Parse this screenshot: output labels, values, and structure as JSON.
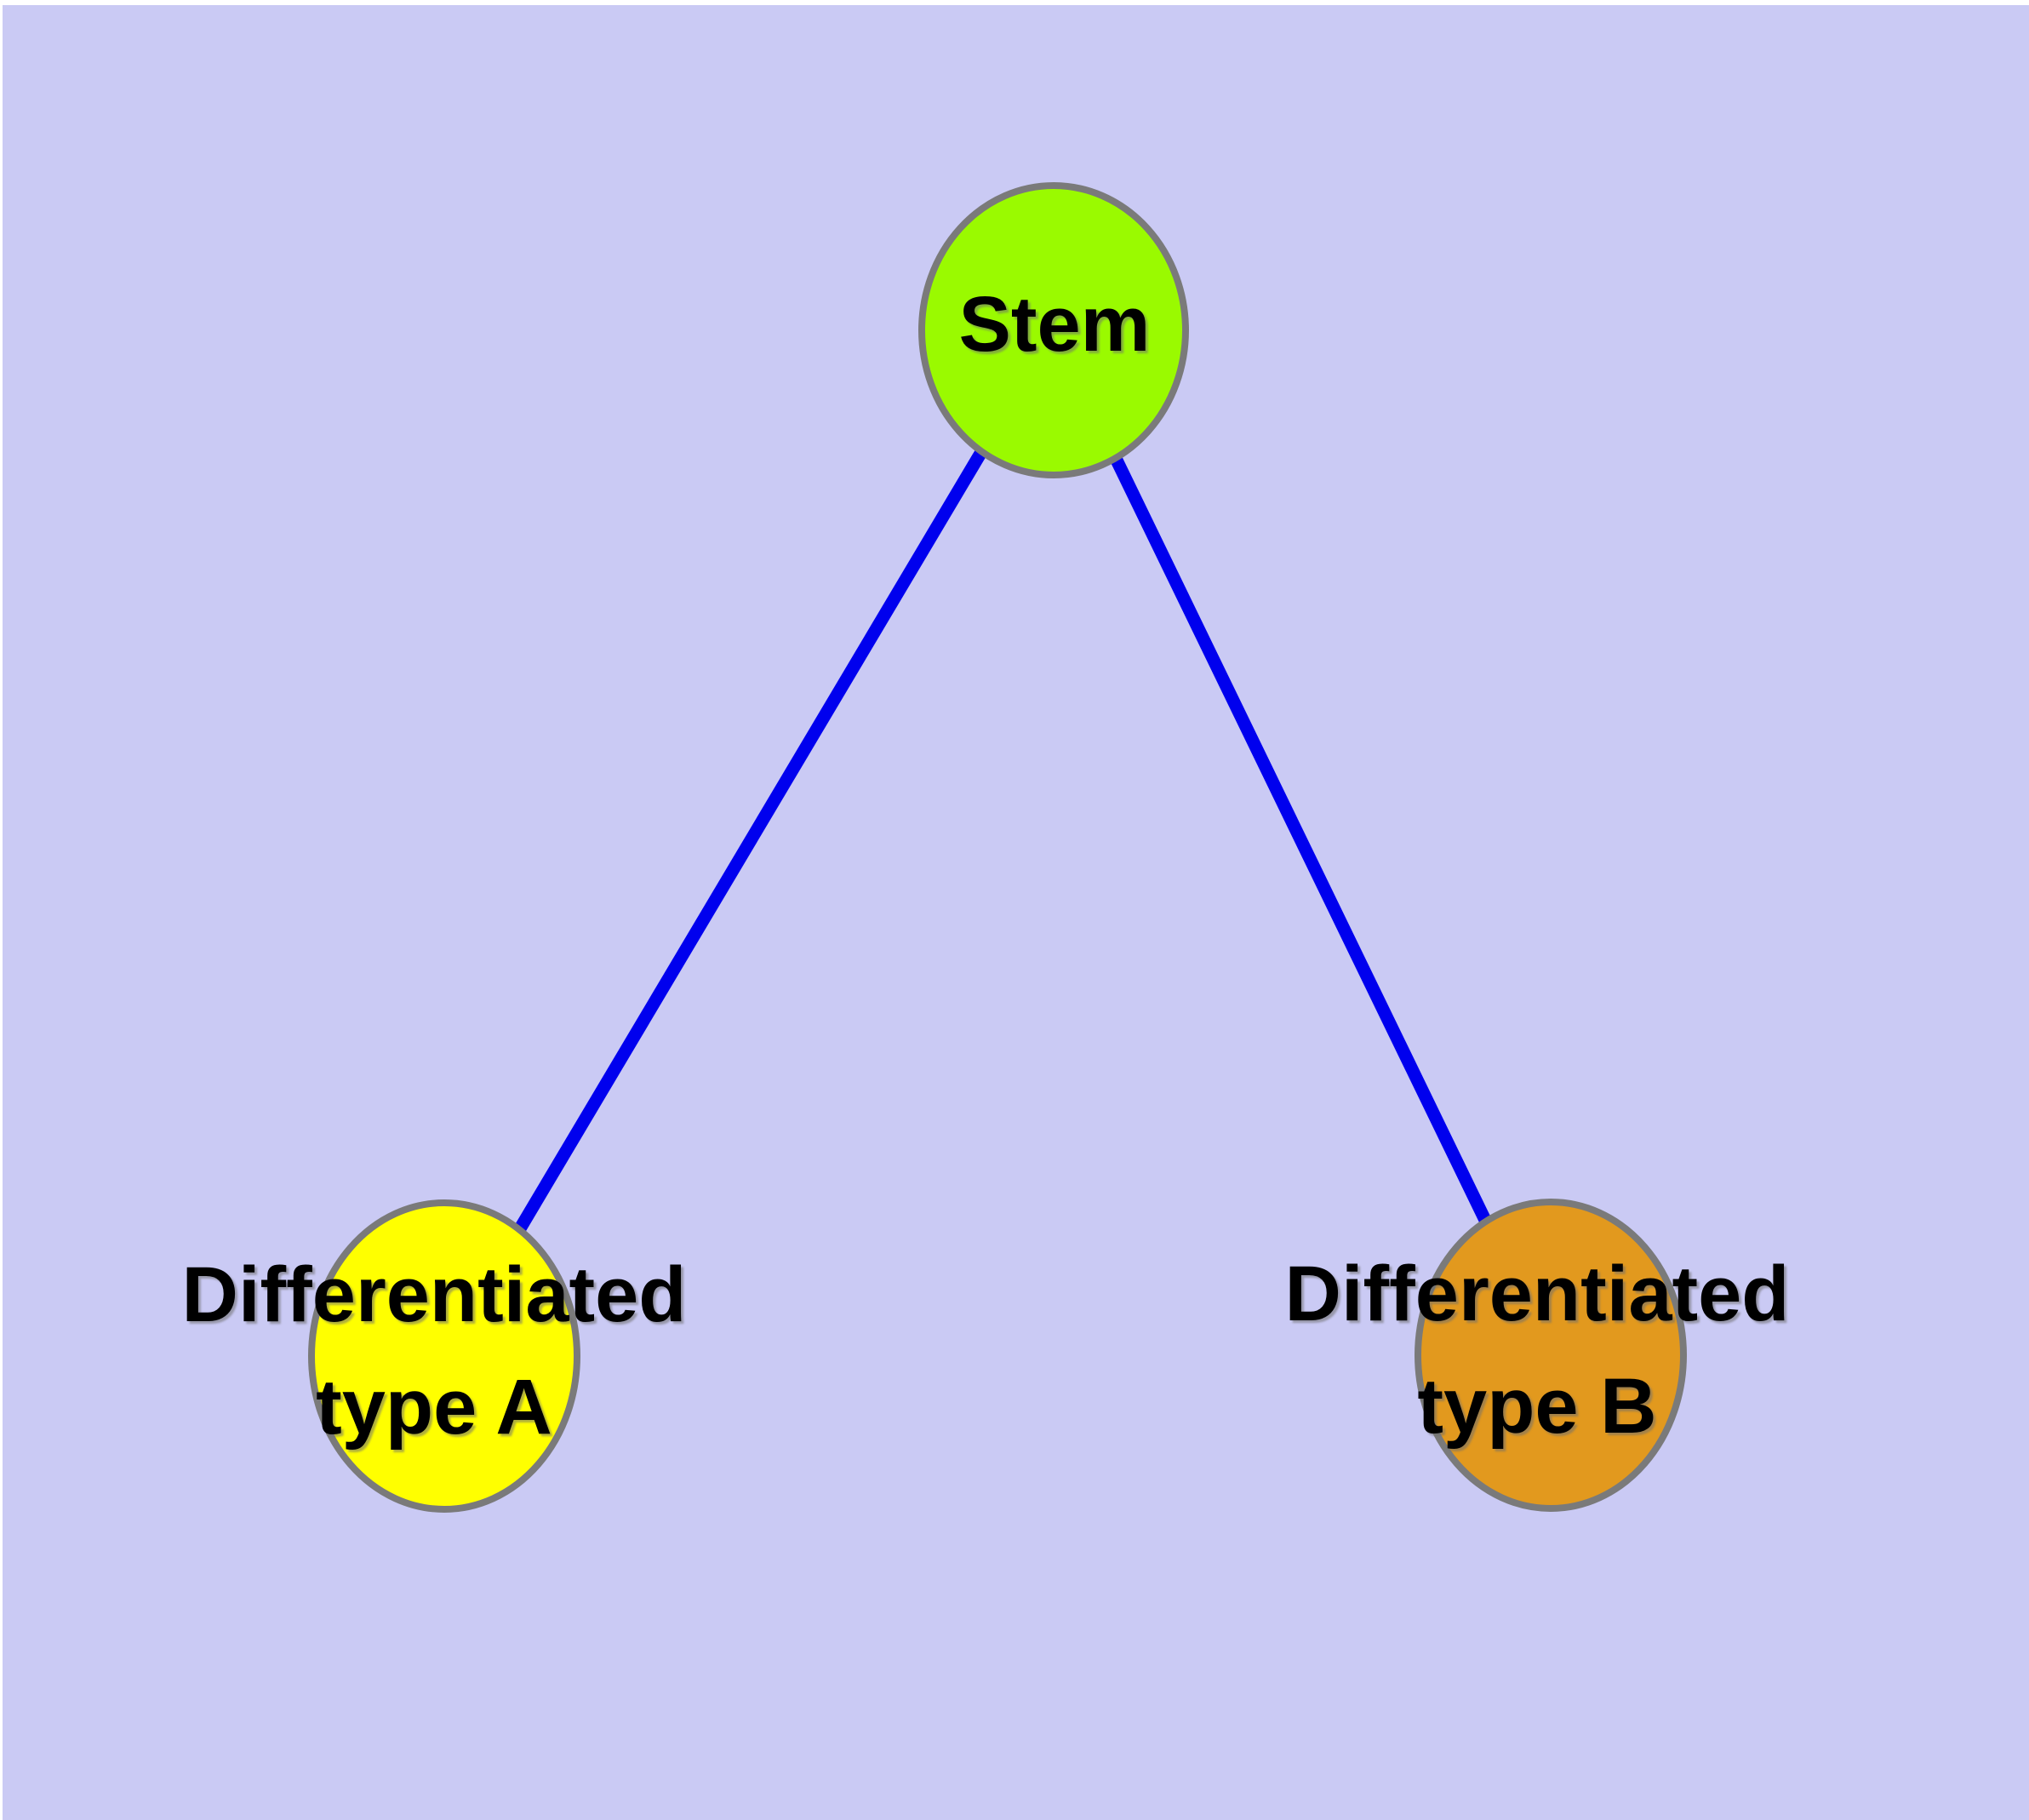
{
  "canvas": {
    "background_color": "#CACAF4",
    "margin_color": "#FFFFFF"
  },
  "diagram": {
    "type": "node-link-graph",
    "edge_color": "#0000EE",
    "node_border_color": "#7A7A7A",
    "label_color": "#000000",
    "nodes": [
      {
        "id": "stem",
        "label": "Stem",
        "fill": "#9AFA00"
      },
      {
        "id": "differentiated-type-a",
        "label": "Differentiated type A",
        "label_lines": [
          "Differentiated",
          "type A"
        ],
        "fill": "#FFFF00"
      },
      {
        "id": "differentiated-type-b",
        "label": "Differentiated type B",
        "label_lines": [
          "Differentiated",
          "type B"
        ],
        "fill": "#E2991E"
      }
    ],
    "edges": [
      {
        "from": "stem",
        "to": "differentiated-type-a"
      },
      {
        "from": "stem",
        "to": "differentiated-type-b"
      }
    ]
  }
}
